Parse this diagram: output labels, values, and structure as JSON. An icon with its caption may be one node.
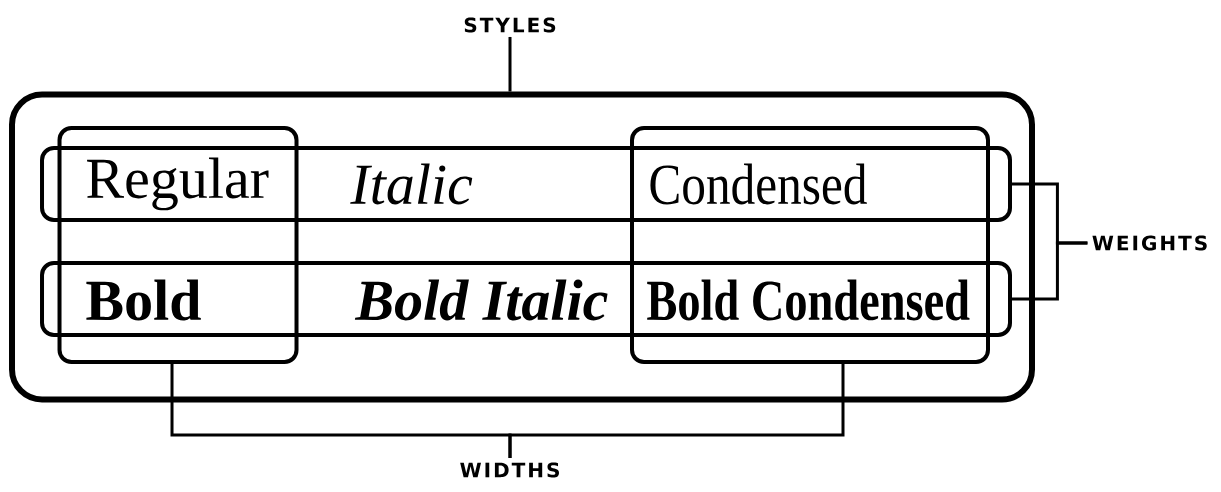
{
  "diagram": {
    "nodes": [
      {
        "text": [
          "STYLES"
        ]
      },
      {
        "text": [],
        "shape": "box"
      },
      {
        "text": [],
        "shape": "box",
        "in": 1
      },
      {
        "text": [],
        "shape": "box",
        "in": 1
      },
      {
        "text": [],
        "shape": "box",
        "in": 1
      },
      {
        "text": [],
        "shape": "box",
        "in": 1
      },
      {
        "text": [
          "WEIGHTS"
        ]
      },
      {
        "text": [
          "WIDTHS"
        ]
      }
    ],
    "edges": [
      {
        "from": 0,
        "to": 1,
        "arrow": "none"
      },
      {
        "from": 2,
        "to": 6,
        "arrow": "none"
      },
      {
        "from": 3,
        "to": 6,
        "arrow": "none"
      },
      {
        "from": 4,
        "to": 7,
        "arrow": "none"
      },
      {
        "from": 5,
        "to": 7,
        "arrow": "none"
      }
    ],
    "labels": [
      "Regular",
      "Italic",
      "Condensed",
      "Bold",
      "Bold Italic",
      "Bold Condensed"
    ]
  }
}
